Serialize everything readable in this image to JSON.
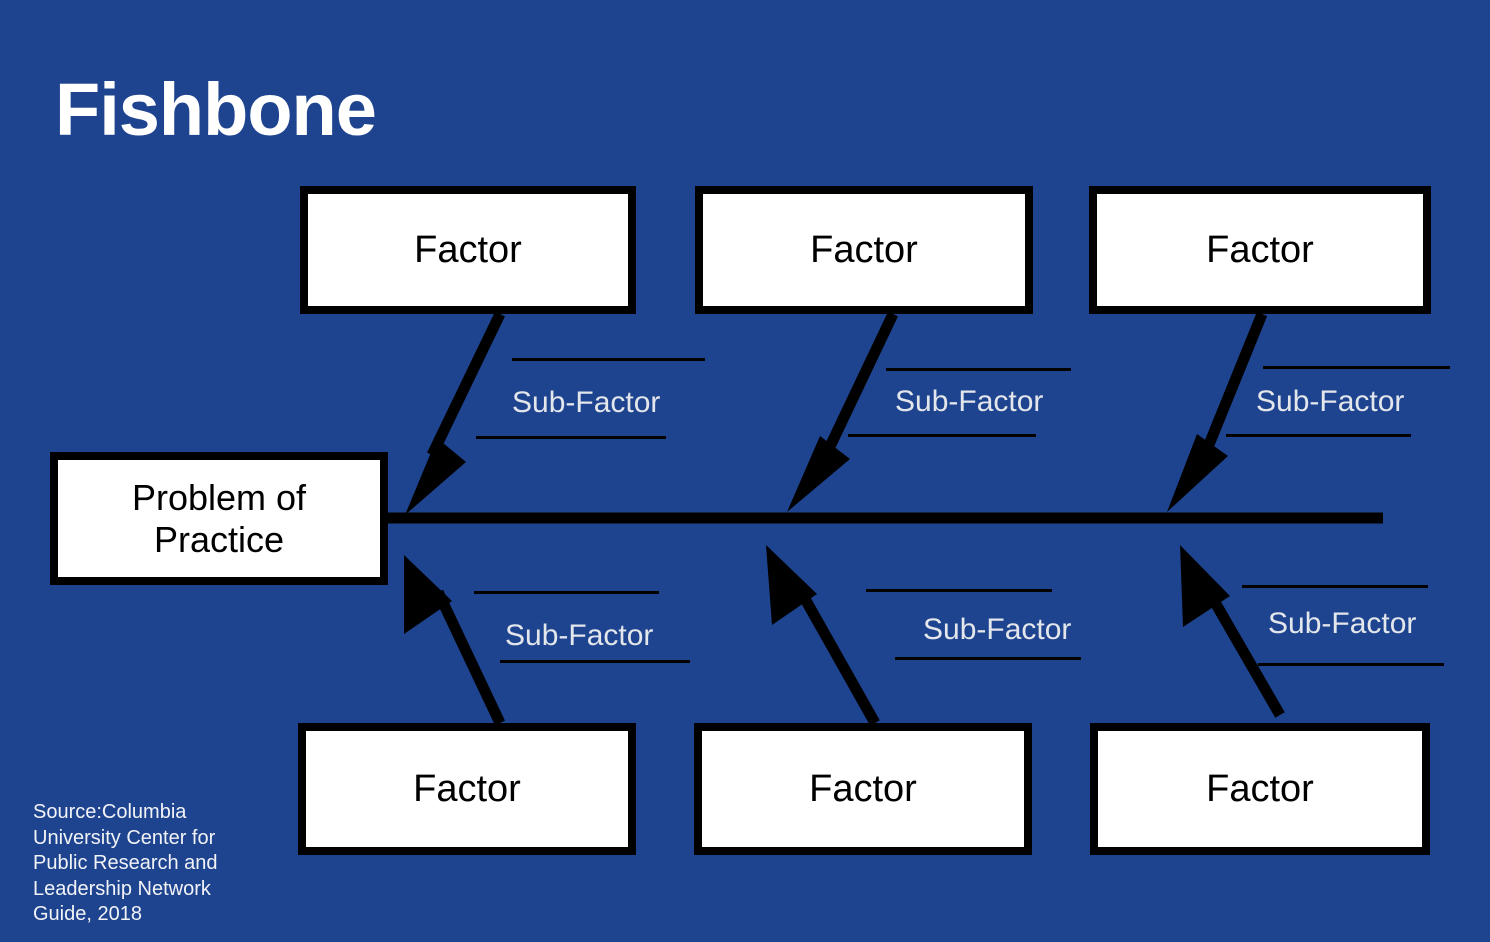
{
  "page": {
    "title": "Fishbone",
    "background_color": "#1e4490",
    "box_fill": "#ffffff",
    "line_color": "#000000",
    "subfactor_text_color": "#e3e6ea"
  },
  "source_note": "Source:Columbia University Center for Public Research and Leadership Network Guide, 2018",
  "diagram": {
    "problem": {
      "label": "Problem of\nPractice",
      "line1": "Problem of",
      "line2": "Practice"
    },
    "factors_top": [
      {
        "label": "Factor"
      },
      {
        "label": "Factor"
      },
      {
        "label": "Factor"
      }
    ],
    "factors_bottom": [
      {
        "label": "Factor"
      },
      {
        "label": "Factor"
      },
      {
        "label": "Factor"
      }
    ],
    "subfactors_top": [
      {
        "label": "Sub-Factor"
      },
      {
        "label": "Sub-Factor"
      },
      {
        "label": "Sub-Factor"
      }
    ],
    "subfactors_bottom": [
      {
        "label": "Sub-Factor"
      },
      {
        "label": "Sub-Factor"
      },
      {
        "label": "Sub-Factor"
      }
    ]
  }
}
